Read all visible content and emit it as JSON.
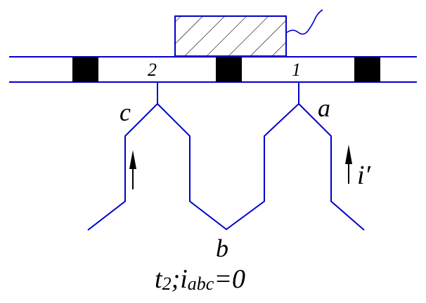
{
  "diagram": {
    "slot_labels": {
      "slot_2": "2",
      "slot_1": "1"
    },
    "phase_labels": {
      "c": "c",
      "a": "a",
      "b": "b"
    },
    "current_label": {
      "base": "i",
      "prime": "′"
    },
    "formula": {
      "t": "t",
      "t_sub": "2",
      "sep": ";",
      "i": "i",
      "i_sub": "abc",
      "rhs": "=0"
    },
    "colors": {
      "line": "#0000cc",
      "block": "#000000",
      "text": "#000000"
    }
  }
}
